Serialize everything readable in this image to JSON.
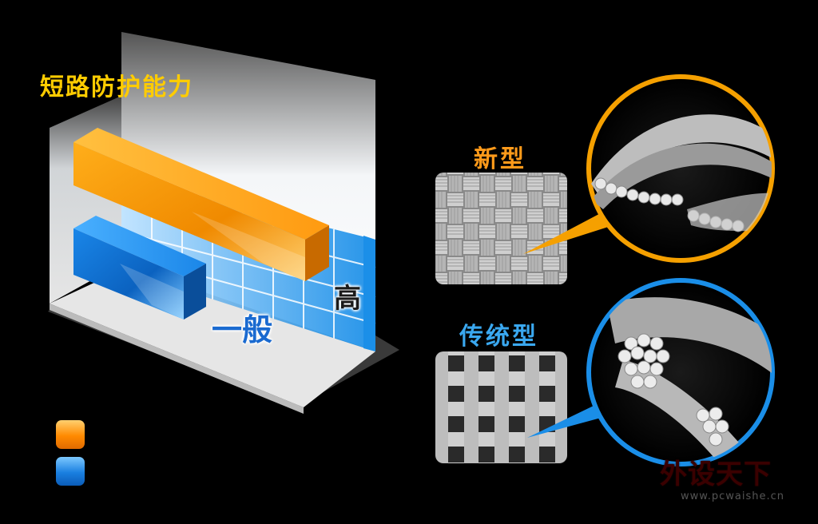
{
  "title": "短路防护能力",
  "bars": {
    "high_label": "高",
    "normal_label": "一般"
  },
  "fabric": {
    "new_label": "新型",
    "traditional_label": "传统型"
  },
  "watermark": {
    "logo": "外设天下",
    "url": "www.pcwaishe.cn"
  },
  "colors": {
    "orange": "#ff9a1a",
    "blue": "#1a7fe0",
    "title": "#ffcc00"
  }
}
